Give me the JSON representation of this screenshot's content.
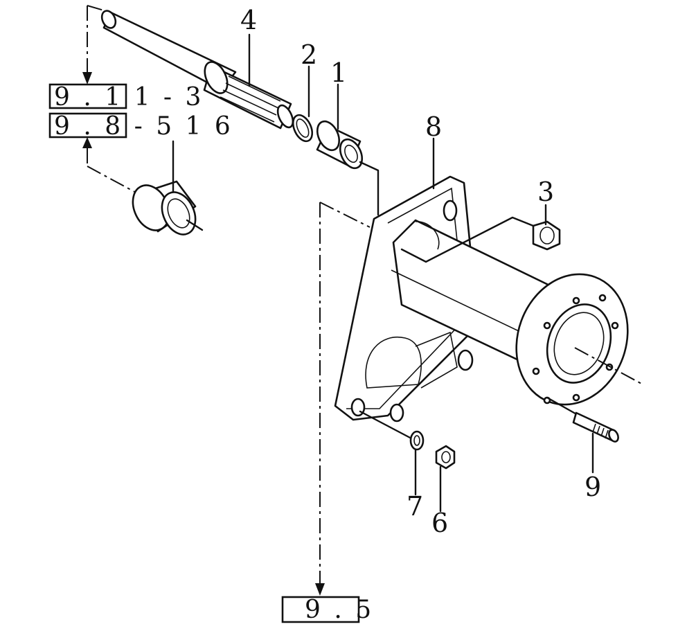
{
  "callouts": {
    "c1": "1",
    "c2": "2",
    "c3": "3",
    "c4": "4",
    "c6": "6",
    "c7": "7",
    "c8": "8",
    "c9": "9"
  },
  "references": {
    "ref_top": "9 . 1 1 - 3",
    "ref_mid": "9 . 8 - 5 1 6",
    "ref_bottom": "9 . 5"
  }
}
